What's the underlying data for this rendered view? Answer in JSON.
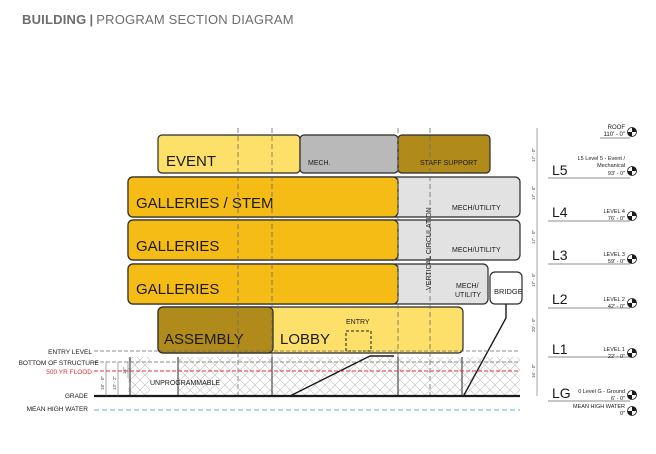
{
  "header": {
    "title_bold": "BUILDING",
    "separator": "|",
    "title_rest": "PROGRAM SECTION DIAGRAM"
  },
  "levels": {
    "roof": {
      "name": "ROOF",
      "elev": "110' - 0\""
    },
    "l5": {
      "tag": "L5",
      "name_line1": "L5 Level 5 - Event /",
      "name_line2": "Mechanical",
      "elev": "93' - 0\""
    },
    "l4": {
      "tag": "L4",
      "name": "LEVEL 4",
      "elev": "76' - 0\""
    },
    "l3": {
      "tag": "L3",
      "name": "LEVEL 3",
      "elev": "59' - 0\""
    },
    "l2": {
      "tag": "L2",
      "name": "LEVEL 2",
      "elev": "42' - 0\""
    },
    "l1": {
      "tag": "L1",
      "name": "LEVEL 1",
      "elev": "22' - 0\""
    },
    "lg": {
      "tag": "LG",
      "name": "0 Level G - Ground",
      "elev": "6' - 0\""
    },
    "mhw": {
      "name": "MEAN HIGH WATER",
      "elev": "0\""
    }
  },
  "dims": {
    "roof_l5": "17' - 0\"",
    "l5_l4": "17' - 0\"",
    "l4_l3": "17' - 0\"",
    "l3_l2": "17' - 0\"",
    "l2_l1": "20' - 0\"",
    "l1_lg": "16' - 0\"",
    "left_a": "18' - 0\"",
    "left_b": "13' - 2\"",
    "left_c": "16\""
  },
  "left_labels": {
    "entry": "ENTRY LEVEL",
    "bottom": "BOTTOM OF STRUCTURE",
    "flood": "500 YR FLOOD",
    "grade": "GRADE",
    "mhw": "MEAN HIGH WATER"
  },
  "program": {
    "event": "EVENT",
    "mech": "MECH.",
    "staff": "STAFF SUPPORT",
    "galleries_stem": "GALLERIES / STEM",
    "mech_utility_4": "MECH/UTILITY",
    "galleries_3": "GALLERIES",
    "mech_utility_3": "MECH/UTILITY",
    "galleries_2": "GALLERIES",
    "mech_line1": "MECH/",
    "mech_line2": "UTILITY",
    "bridge": "BRIDGE",
    "vertical": "VERTICAL CIRCULATION",
    "assembly": "ASSEMBLY",
    "lobby": "LOBBY",
    "entry": "ENTRY",
    "unprogrammable": "UNPROGRAMMABLE"
  },
  "colors": {
    "gold": "#f6bc16",
    "light_yellow": "#fde06a",
    "dark_gold": "#b08a1a",
    "gray": "#b9b9b9",
    "light_gray": "#e2e2e2",
    "flood_red": "#e03030",
    "water_blue": "#7cc4d8"
  }
}
